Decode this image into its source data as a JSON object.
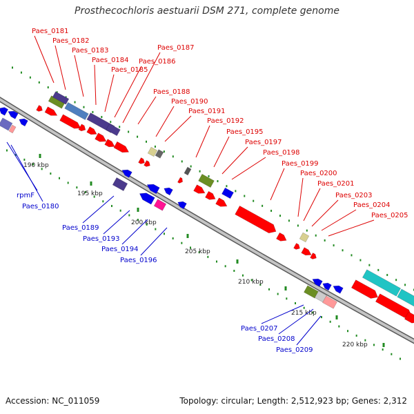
{
  "title": "Prosthecochloris aestuarii DSM 271, complete genome",
  "accession_label": "Accession: NC_011059",
  "topology_label": "Topology: circular; Length: 2,512,923 bp; Genes: 2,312",
  "colors": {
    "forward_label": "#dd0000",
    "reverse_label": "#0000cc",
    "backbone": "#888888",
    "tick_dot": "#228B22",
    "red": "#ff0000",
    "blue": "#0000ee",
    "purple": "#4b3a8c",
    "steelblue": "#4f7fbf",
    "olive": "#6b8e23",
    "khaki": "#d8d090",
    "pink": "#ff1493",
    "lightpink": "#ff9999",
    "cyan": "#20c4c4",
    "lavender": "#6a6ac0"
  },
  "kbp_labels": [
    {
      "t": "190 kbp"
    },
    {
      "t": "195 kbp"
    },
    {
      "t": "200 kbp"
    },
    {
      "t": "205 kbp"
    },
    {
      "t": "210 kbp"
    },
    {
      "t": "215 kbp"
    },
    {
      "t": "220 kbp"
    }
  ],
  "forward_labels": [
    "Paes_0181",
    "Paes_0182",
    "Paes_0183",
    "Paes_0184",
    "Paes_0185",
    "Paes_0186",
    "Paes_0187",
    "Paes_0188",
    "Paes_0190",
    "Paes_0191",
    "Paes_0192",
    "Paes_0195",
    "Paes_0197",
    "Paes_0198",
    "Paes_0199",
    "Paes_0200",
    "Paes_0201",
    "Paes_0203",
    "Paes_0204",
    "Paes_0205"
  ],
  "reverse_labels": [
    "rpmF",
    "Paes_0180",
    "Paes_0189",
    "Paes_0193",
    "Paes_0194",
    "Paes_0196",
    "Paes_0207",
    "Paes_0208",
    "Paes_0209"
  ]
}
